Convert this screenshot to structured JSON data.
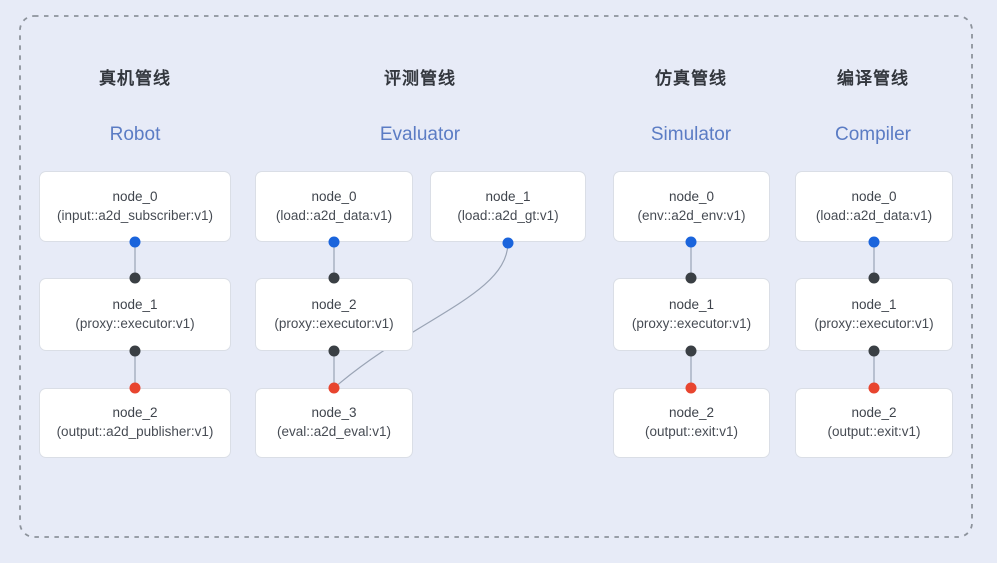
{
  "diagram": {
    "colors": {
      "background": "#e7ebf7",
      "container_border": "#8d939c",
      "box_background": "#ffffff",
      "box_border": "#dadee6",
      "edge_line": "#9aa4b5",
      "title_cn_text": "#33373e",
      "title_en_text": "#5b7cc4",
      "node_text": "#3f444c",
      "port_source_blue": "#1a64dc",
      "port_mid_black": "#3a3f44",
      "port_final_red": "#e8452f"
    },
    "pipelines": [
      {
        "title_cn": "真机管线",
        "title_en": "Robot",
        "nodes": [
          {
            "name": "node_0",
            "impl": "(input::a2d_subscriber:v1)"
          },
          {
            "name": "node_1",
            "impl": "(proxy::executor:v1)"
          },
          {
            "name": "node_2",
            "impl": "(output::a2d_publisher:v1)"
          }
        ],
        "edges": [
          "node_0 -> node_1",
          "node_1 -> node_2"
        ]
      },
      {
        "title_cn": "评测管线",
        "title_en": "Evaluator",
        "nodes": [
          {
            "name": "node_0",
            "impl": "(load::a2d_data:v1)"
          },
          {
            "name": "node_1",
            "impl": "(load::a2d_gt:v1)"
          },
          {
            "name": "node_2",
            "impl": "(proxy::executor:v1)"
          },
          {
            "name": "node_3",
            "impl": "(eval::a2d_eval:v1)"
          }
        ],
        "edges": [
          "node_0 -> node_2",
          "node_2 -> node_3",
          "node_1 -> node_3"
        ]
      },
      {
        "title_cn": "仿真管线",
        "title_en": "Simulator",
        "nodes": [
          {
            "name": "node_0",
            "impl": "(env::a2d_env:v1)"
          },
          {
            "name": "node_1",
            "impl": "(proxy::executor:v1)"
          },
          {
            "name": "node_2",
            "impl": "(output::exit:v1)"
          }
        ],
        "edges": [
          "node_0 -> node_1",
          "node_1 -> node_2"
        ]
      },
      {
        "title_cn": "编译管线",
        "title_en": "Compiler",
        "nodes": [
          {
            "name": "node_0",
            "impl": "(load::a2d_data:v1)"
          },
          {
            "name": "node_1",
            "impl": "(proxy::executor:v1)"
          },
          {
            "name": "node_2",
            "impl": "(output::exit:v1)"
          }
        ],
        "edges": [
          "node_0 -> node_1",
          "node_1 -> node_2"
        ]
      }
    ]
  }
}
